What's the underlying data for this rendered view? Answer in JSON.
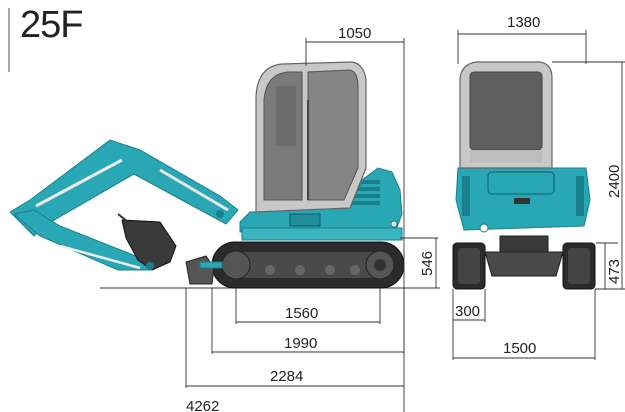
{
  "model": "25F",
  "colors": {
    "body": "#2aa7b4",
    "body_dark": "#1a7f8c",
    "cab_glass": "#7a7a7a",
    "cab_frame": "#c8c8c8",
    "track": "#2b2b2b",
    "line": "#333333"
  },
  "side_view": {
    "cab_width": "1050",
    "track_height": "546",
    "track_inner_length": "1560",
    "track_length": "1990",
    "tail_to_blade": "2284",
    "overall_length": "4262"
  },
  "front_view": {
    "overall_width": "1380",
    "overall_height": "2400",
    "track_height": "473",
    "track_width": "300",
    "track_gauge": "1500"
  }
}
